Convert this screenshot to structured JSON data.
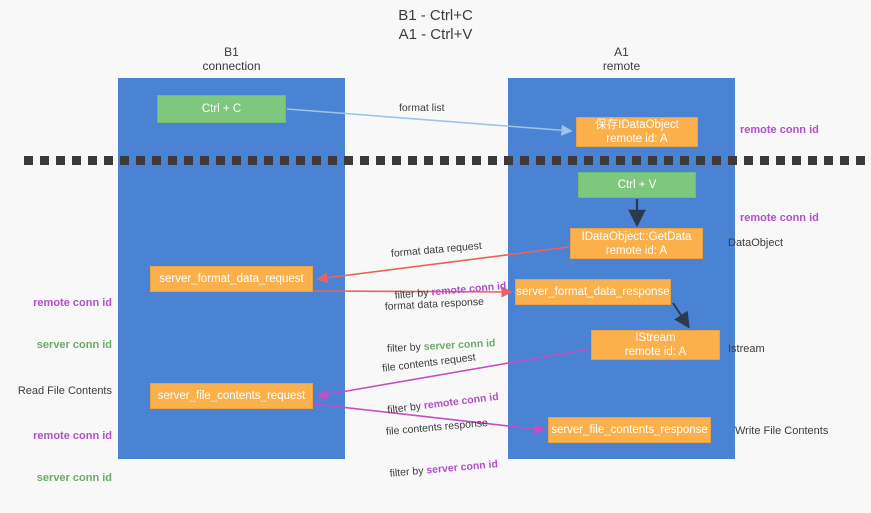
{
  "title": "B1 - Ctrl+C\nA1 - Ctrl+V",
  "columns": {
    "left": "B1\nconnection",
    "right": "A1\nremote"
  },
  "nodes": {
    "ctrl_c": "Ctrl + C",
    "save_idataobject": "保存IDataObject\nremote id: A",
    "ctrl_v": "Ctrl + V",
    "getdata": "IDataObject::GetData\nremote id: A",
    "server_format_data_request": "server_format_data_request",
    "server_format_data_response": "server_format_data_response",
    "istream": "IStream\nremote id: A",
    "server_file_contents_request": "server_file_contents_request",
    "server_file_contents_response": "server_file_contents_response"
  },
  "side_notes": {
    "remote_conn_id_top": "remote conn id",
    "remote_conn_id_mid": "remote conn id",
    "dataobject": "DataObject",
    "istream": "Istream",
    "write_file_contents": "Write File Contents",
    "read_file_contents": "Read File Contents",
    "left_remote_conn_id": "remote conn id",
    "left_server_conn_id": "server conn id",
    "left_remote_conn_id_2": "remote conn id",
    "left_server_conn_id_2": "server conn id"
  },
  "edges": {
    "format_list": "format list",
    "format_data_request": "format data request",
    "format_data_request_filter_prefix": "filter by ",
    "format_data_request_filter_key": "remote conn id",
    "format_data_response": "format data response",
    "format_data_response_filter_prefix": "filter by ",
    "format_data_response_filter_key": "server conn id",
    "file_contents_request": "file contents request",
    "file_contents_request_filter_prefix": "filter by ",
    "file_contents_request_filter_key": "remote conn id",
    "file_contents_response": "file contents response",
    "file_contents_response_filter_prefix": "filter by ",
    "file_contents_response_filter_key": "server conn id"
  },
  "colors": {
    "lane": "#4a82d4",
    "green_node": "#7ec87e",
    "orange_node": "#fbb04c",
    "purple_text": "#b24fc8",
    "green_text": "#6aab6a",
    "arrow_light_blue": "#9cc3ea",
    "arrow_red": "#e8635f",
    "arrow_magenta": "#c44ec6",
    "arrow_dark": "#2d3a4a",
    "background": "#f8f8f8"
  }
}
